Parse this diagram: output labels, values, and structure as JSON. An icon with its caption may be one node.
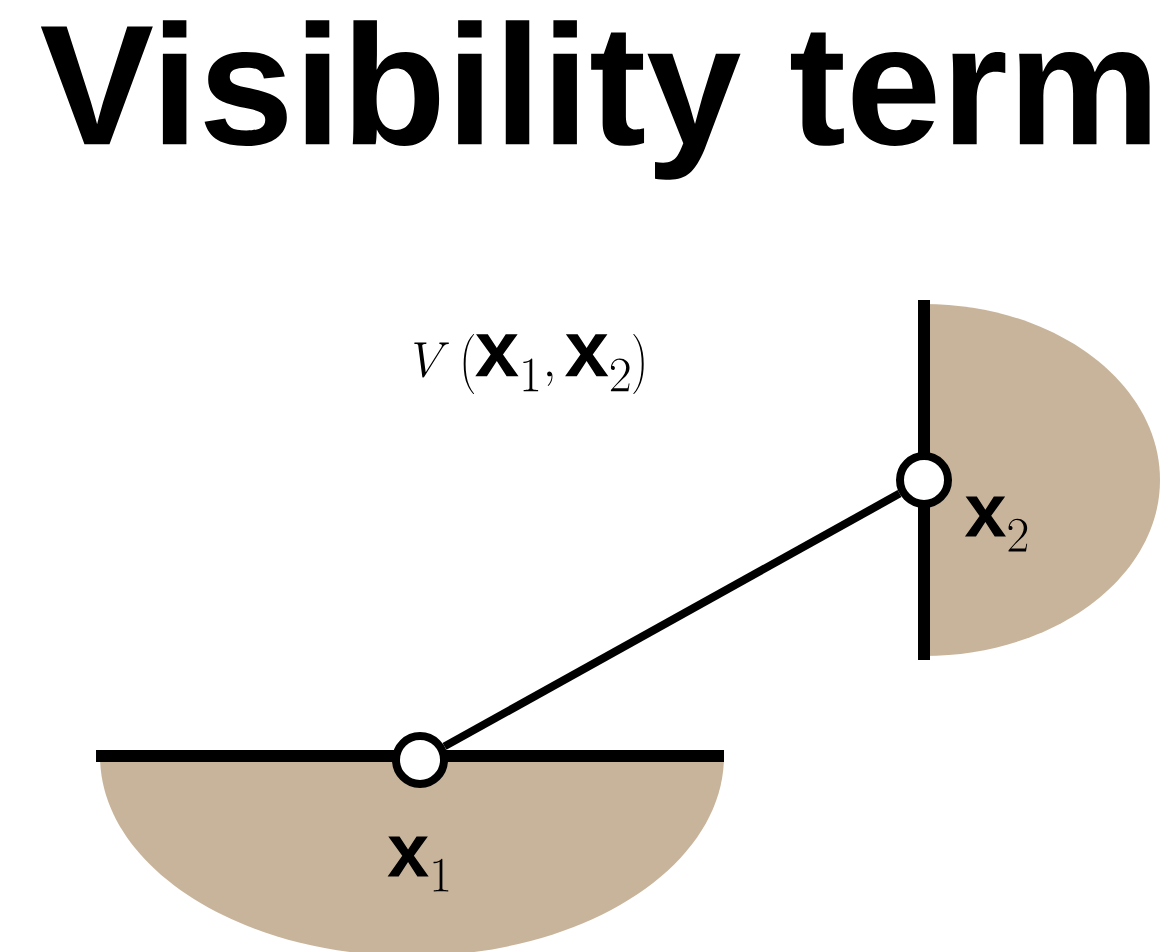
{
  "diagram": {
    "title": "Visibility term",
    "nodes": [
      {
        "text": [],
        "shape": "circle",
        "beside": [
          "\\mathbf{x}_1"
        ]
      },
      {
        "text": [],
        "shape": "circle",
        "beside": [
          "\\mathbf{x}_2"
        ]
      }
    ],
    "edges": [
      {
        "from": 0,
        "to": 1,
        "arrow": "none"
      }
    ],
    "labels": [
      "V\\left(\\mathbf{x}_1, \\mathbf{x}_2\\right)"
    ]
  }
}
